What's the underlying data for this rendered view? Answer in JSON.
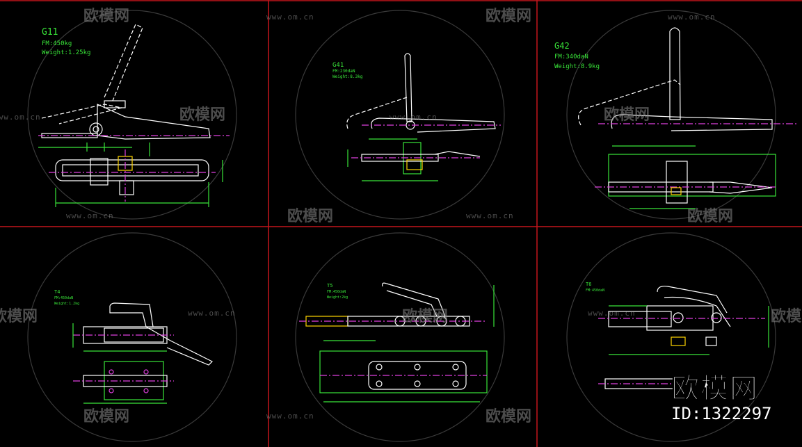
{
  "watermark": {
    "brand": "欧模网",
    "url": "www.om.cn"
  },
  "badge": {
    "brand": "欧模网",
    "id": "ID:1322297"
  },
  "panels": [
    {
      "code": "G11",
      "lines": [
        "FM:450kg",
        "Weight:1.25kg"
      ]
    },
    {
      "code": "G41",
      "lines": [
        "FM:230daN",
        "Weight:8.3kg"
      ]
    },
    {
      "code": "G42",
      "lines": [
        "FM:340daN",
        "Weight:8.9kg"
      ]
    },
    {
      "code": "T4",
      "lines": [
        "FM:450daN",
        "Weight:1.2kg"
      ]
    },
    {
      "code": "T5",
      "lines": [
        "FM:450daN",
        "Weight:2kg"
      ]
    },
    {
      "code": "T6",
      "lines": [
        "FM:450daN"
      ]
    }
  ],
  "colors": {
    "frame": "#c4161c",
    "outline": "#ffffff",
    "dimension": "#39e639",
    "center": "#e040e0",
    "hidden": "#4aa3ff",
    "accent": "#ffd400"
  }
}
